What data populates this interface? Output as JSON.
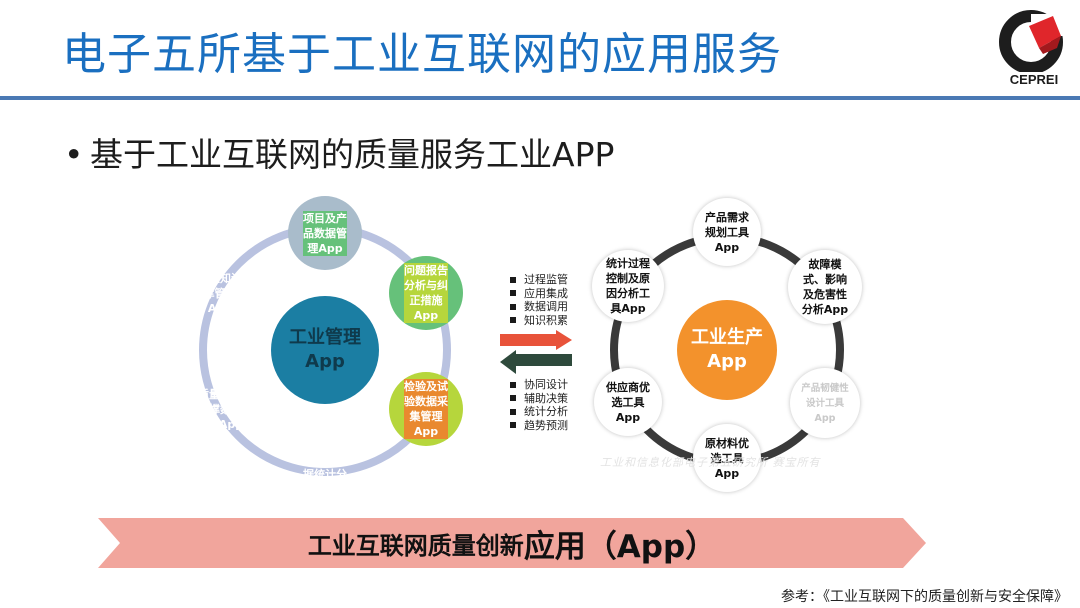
{
  "header": {
    "title": "电子五所基于工业互联网的应用服务",
    "logo_text": "CEPREI"
  },
  "bullet": "基于工业互联网的质量服务工业APP",
  "left_cycle": {
    "center": "工业管理\nApp",
    "nodes": [
      {
        "label": "项目及产\n品数据管\n理App",
        "color": "#a9bccb"
      },
      {
        "label": "问题报告\n分析与纠\n正措施\nApp",
        "color": "#66c17a"
      },
      {
        "label": "检验及试\n验数据采\n集管理\nApp",
        "color": "#66c17a"
      },
      {
        "label": "过程监控\n及质量数\n据统计分\n析App",
        "color": "#b6d63c"
      },
      {
        "label": "质量体系\n支撑数据\n管理App",
        "color": "#b6d63c"
      },
      {
        "label": "经验知识\n库管理\nApp",
        "color": "#e9892f"
      }
    ],
    "colors": {
      "center": "#1b7ea3",
      "ring": "#b9c2e0"
    }
  },
  "middle": {
    "top_items": [
      "过程监管",
      "应用集成",
      "数据调用",
      "知识积累"
    ],
    "bottom_items": [
      "协同设计",
      "辅助决策",
      "统计分析",
      "趋势预测"
    ],
    "colors": {
      "right_arrow": "#e8533a",
      "left_arrow": "#2e4a3c"
    }
  },
  "right_cycle": {
    "center": "工业生产\nApp",
    "nodes": [
      {
        "label": "产品需求\n规划工具\nApp"
      },
      {
        "label": "故障模\n式、影响\n及危害性\n分析App"
      },
      {
        "label": "产品韧健性\n设计工具\nApp"
      },
      {
        "label": "原材料优\n选工具\nApp"
      },
      {
        "label": "供应商优\n选工具\nApp"
      },
      {
        "label": "统计过程\n控制及原\n因分析工\n具App"
      }
    ],
    "colors": {
      "center": "#f3922c",
      "ring": "#3a3a3a",
      "node": "#ffffff"
    }
  },
  "watermark": "工业和信息化部电子第五研究所  赛宝所有",
  "banner": {
    "text_a": "工业互联网质量创新",
    "text_b": "应用（App）",
    "color": "#f1a59c"
  },
  "reference": "参考：《工业互联网下的质量创新与安全保障》"
}
